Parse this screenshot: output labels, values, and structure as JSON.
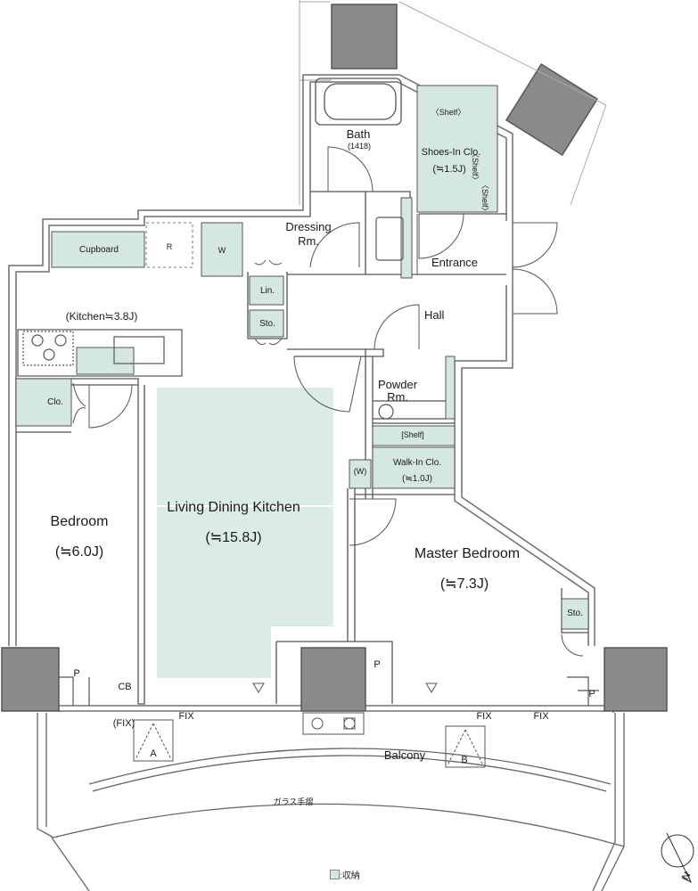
{
  "rooms": {
    "bath": "Bath",
    "bath_size": "(1418)",
    "shoes_in_closet": "Shoes-In Clo.",
    "shoes_in_closet_size": "(≒1.5J)",
    "shelf_1": "〈Shelf〉",
    "shelf_2": "〈Shelf〉",
    "shelf_3": "〈Shelf〉",
    "dressing_room": "Dressing",
    "dressing_room_2": "Rm.",
    "entrance": "Entrance",
    "hall": "Hall",
    "cupboard": "Cupboard",
    "refrigerator": "R",
    "washer": "W",
    "linen": "Lin.",
    "storage_hall": "Sto.",
    "kitchen": "(Kitchen≒3.8J)",
    "closet": "Clo.",
    "powder_room": "Powder",
    "powder_room_2": "Rm.",
    "shelf_walkin": "[Shelf]",
    "walk_in_closet": "Walk-In Clo.",
    "walk_in_closet_size": "(≒1.0J)",
    "walk_in_w": "(W)",
    "bedroom": "Bedroom",
    "bedroom_size": "(≒6.0J)",
    "living_dining_kitchen": "Living Dining Kitchen",
    "ldk_size": "(≒15.8J)",
    "master_bedroom": "Master Bedroom",
    "master_bedroom_size": "(≒7.3J)",
    "storage_master": "Sto.",
    "pipe_left": "P",
    "pipe_center": "P",
    "pipe_right": "P",
    "cb": "CB",
    "fix_paren": "(FIX)",
    "fix_1": "FIX",
    "fix_2": "FIX",
    "fix_3": "FIX",
    "balcony": "Balcony",
    "hatch_a": "A",
    "hatch_b": "B",
    "glass_rail": "ガラス手摺"
  },
  "legend": {
    "storage": ":収納"
  },
  "compass": {
    "north": "N"
  },
  "colors": {
    "storage": "#d5e7e1",
    "ldk_fill": "#dbece6",
    "wall": "#7a7a7a",
    "column": "#8a8a8a",
    "line": "#555555"
  }
}
